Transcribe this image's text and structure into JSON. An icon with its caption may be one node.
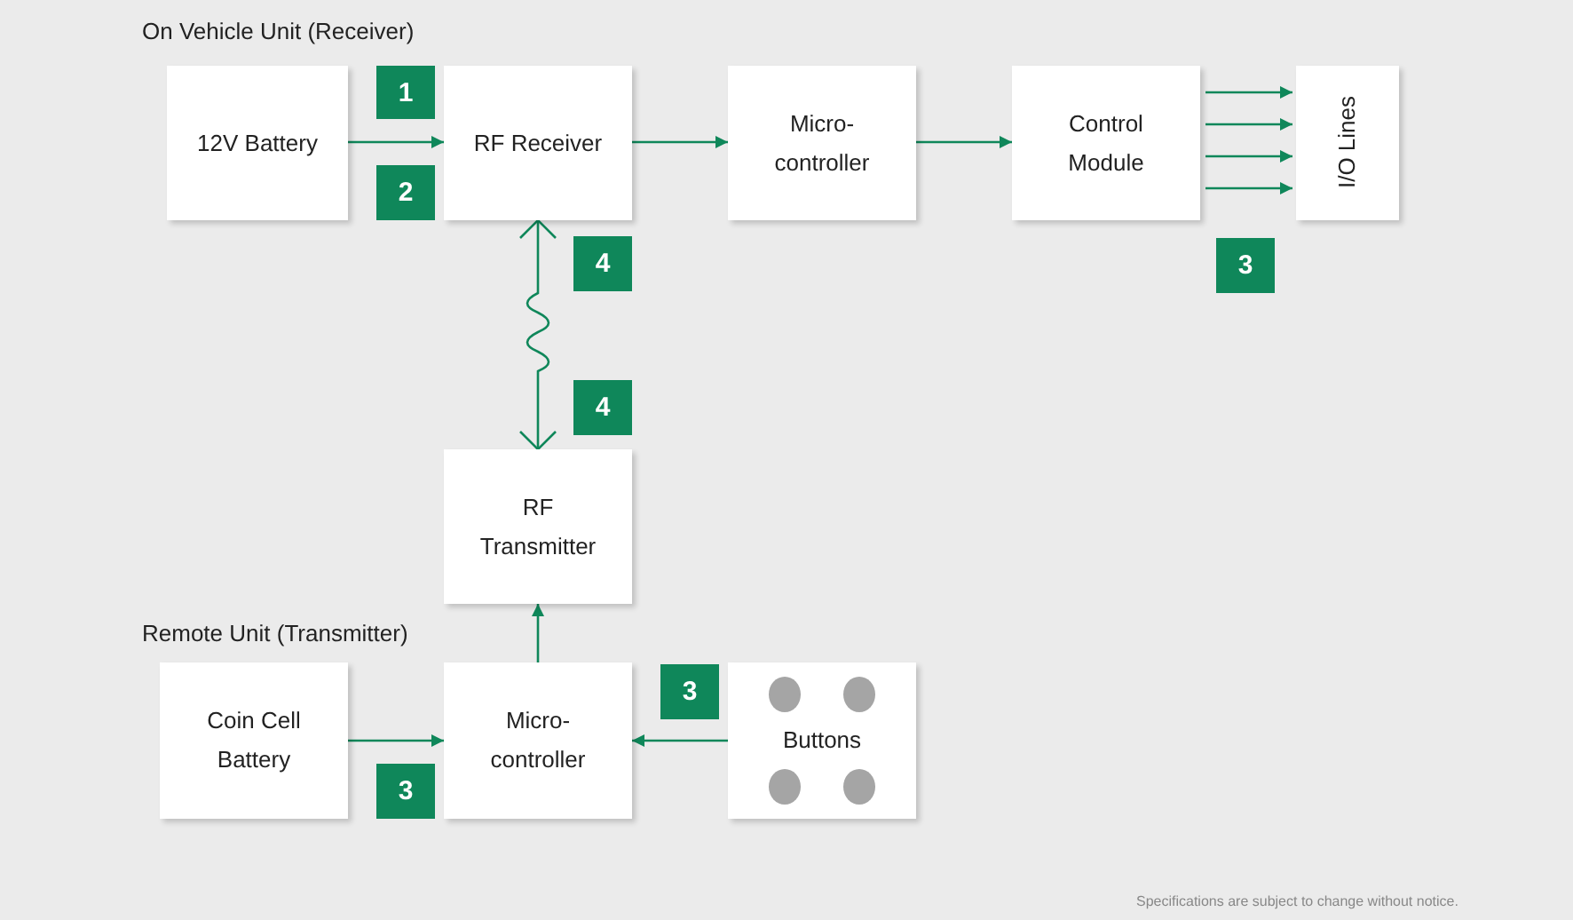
{
  "diagram": {
    "nodes": [
      {
        "text": [
          "12V Battery"
        ]
      },
      {
        "text": [
          "1"
        ]
      },
      {
        "text": [
          "2"
        ]
      },
      {
        "text": [
          "RF Receiver"
        ]
      },
      {
        "text": [
          "Micro- controller"
        ]
      },
      {
        "text": [
          "Control Module"
        ]
      },
      {
        "text": [
          "I/O Lines"
        ]
      },
      {
        "text": [
          "4"
        ]
      },
      {
        "text": [
          "3"
        ]
      },
      {
        "text": [
          "4"
        ]
      },
      {
        "text": [
          "RF Transmitter"
        ]
      },
      {
        "text": [
          "Coin Cell Battery"
        ]
      },
      {
        "text": [
          "Micro- controller"
        ]
      },
      {
        "text": [
          "3"
        ]
      },
      {
        "text": [
          "Buttons"
        ]
      },
      {
        "text": [
          "3"
        ]
      }
    ],
    "edges": [
      {
        "from": 0,
        "to": 3,
        "arrow": "to"
      },
      {
        "from": 3,
        "to": 4,
        "arrow": "to"
      },
      {
        "from": 4,
        "to": 5,
        "arrow": "to"
      },
      {
        "from": 5,
        "to": 6,
        "arrow": "to"
      },
      {
        "from": 5,
        "to": 6,
        "arrow": "to"
      },
      {
        "from": 5,
        "to": 6,
        "arrow": "to"
      },
      {
        "from": 5,
        "to": 6,
        "arrow": "to"
      },
      {
        "from": 10,
        "to": 3,
        "arrow": "both"
      },
      {
        "from": 12,
        "to": 10,
        "arrow": "to"
      },
      {
        "from": 11,
        "to": 12,
        "arrow": "to"
      },
      {
        "from": 14,
        "to": 12,
        "arrow": "to"
      }
    ],
    "labels": [
      "On Vehicle Unit (Receiver)",
      "Remote Unit (Transmitter)",
      "Specifications are subject to change without notice."
    ]
  }
}
